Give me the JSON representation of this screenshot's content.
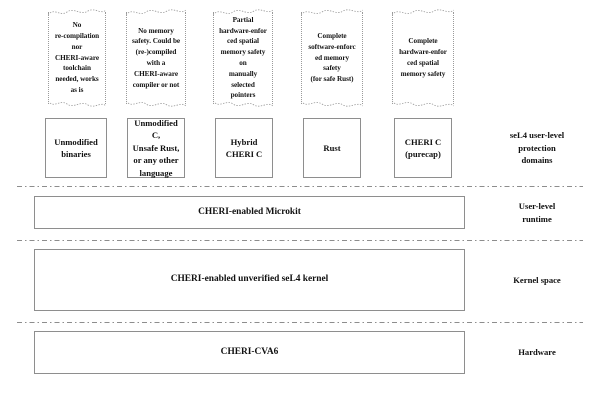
{
  "figure": {
    "title": "CHERI-enabled seL4 system stack",
    "colors": {
      "box_border": "#8e8e8e",
      "callout_border": "#9a9a9a",
      "separator": "#8d8d8d",
      "text": "#101010",
      "background": "#ffffff"
    }
  },
  "callouts": [
    {
      "id": "callout-unmodified-binaries",
      "text": "No\nre-compilation\nnor\nCHERI-aware\ntoolchain\nneeded, works\nas is"
    },
    {
      "id": "callout-unmodified-c",
      "text": "No memory\nsafety. Could be\n(re-)compiled\nwith a\nCHERI-aware\ncompiler or not"
    },
    {
      "id": "callout-hybrid-cheri-c",
      "text": "Partial\nhardware-enfor\nced spatial\nmemory safety\non\nmanually\nselected\npointers"
    },
    {
      "id": "callout-rust",
      "text": "Complete\nsoftware-enforc\ned memory\nsafety\n(for safe Rust)"
    },
    {
      "id": "callout-cheri-c-purecap",
      "text": "Complete\nhardware-enfor\nced spatial\nmemory safety"
    }
  ],
  "protection_domains": [
    {
      "id": "pd-unmodified-binaries",
      "label": "Unmodified\nbinaries"
    },
    {
      "id": "pd-unmodified-c",
      "label": "Unmodified\nC,\nUnsafe Rust,\nor any other\nlanguage"
    },
    {
      "id": "pd-hybrid-cheri-c",
      "label": "Hybrid\nCHERI C"
    },
    {
      "id": "pd-rust",
      "label": "Rust"
    },
    {
      "id": "pd-cheri-c-purecap",
      "label": "CHERI C\n(purecap)"
    }
  ],
  "layers": [
    {
      "id": "layer-microkit",
      "box_label": "CHERI-enabled Microkit",
      "side_label": "User-level\nruntime"
    },
    {
      "id": "layer-kernel",
      "box_label": "CHERI-enabled unverified seL4 kernel",
      "side_label": "Kernel space"
    },
    {
      "id": "layer-hardware",
      "box_label": "CHERI-CVA6",
      "side_label": "Hardware"
    }
  ],
  "side_labels": {
    "protection_domains": "seL4 user-level\nprotection\ndomains"
  }
}
